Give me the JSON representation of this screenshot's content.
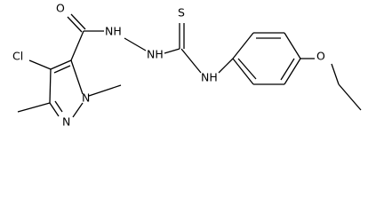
{
  "molecule": {
    "atom_labels": {
      "carbonyl_oxygen": "O",
      "hydrazide_nh_1": "NH",
      "hydrazide_nh_2": "NH",
      "thione_sulfur": "S",
      "anilide_nh": "NH",
      "chlorine": "Cl",
      "pyrazole_n1": "N",
      "pyrazole_n2": "N",
      "ether_oxygen": "O"
    },
    "colors": {
      "bonds": "#000000",
      "labels": "#000000",
      "background": "#ffffff"
    }
  }
}
